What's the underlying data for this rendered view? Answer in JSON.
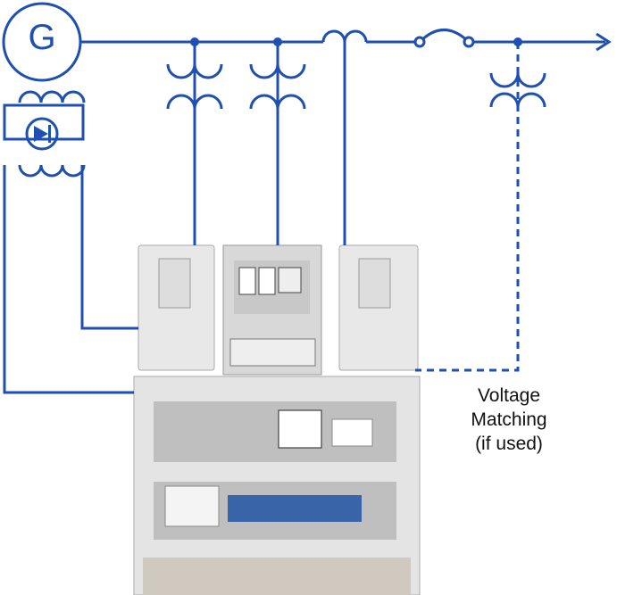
{
  "generator_label": "G",
  "annotation": {
    "line1": "Voltage",
    "line2": "Matching",
    "line3": "(if used)"
  },
  "colors": {
    "wire": "#1f4fb0",
    "panel": "#e4e4e4",
    "text": "#111111"
  }
}
